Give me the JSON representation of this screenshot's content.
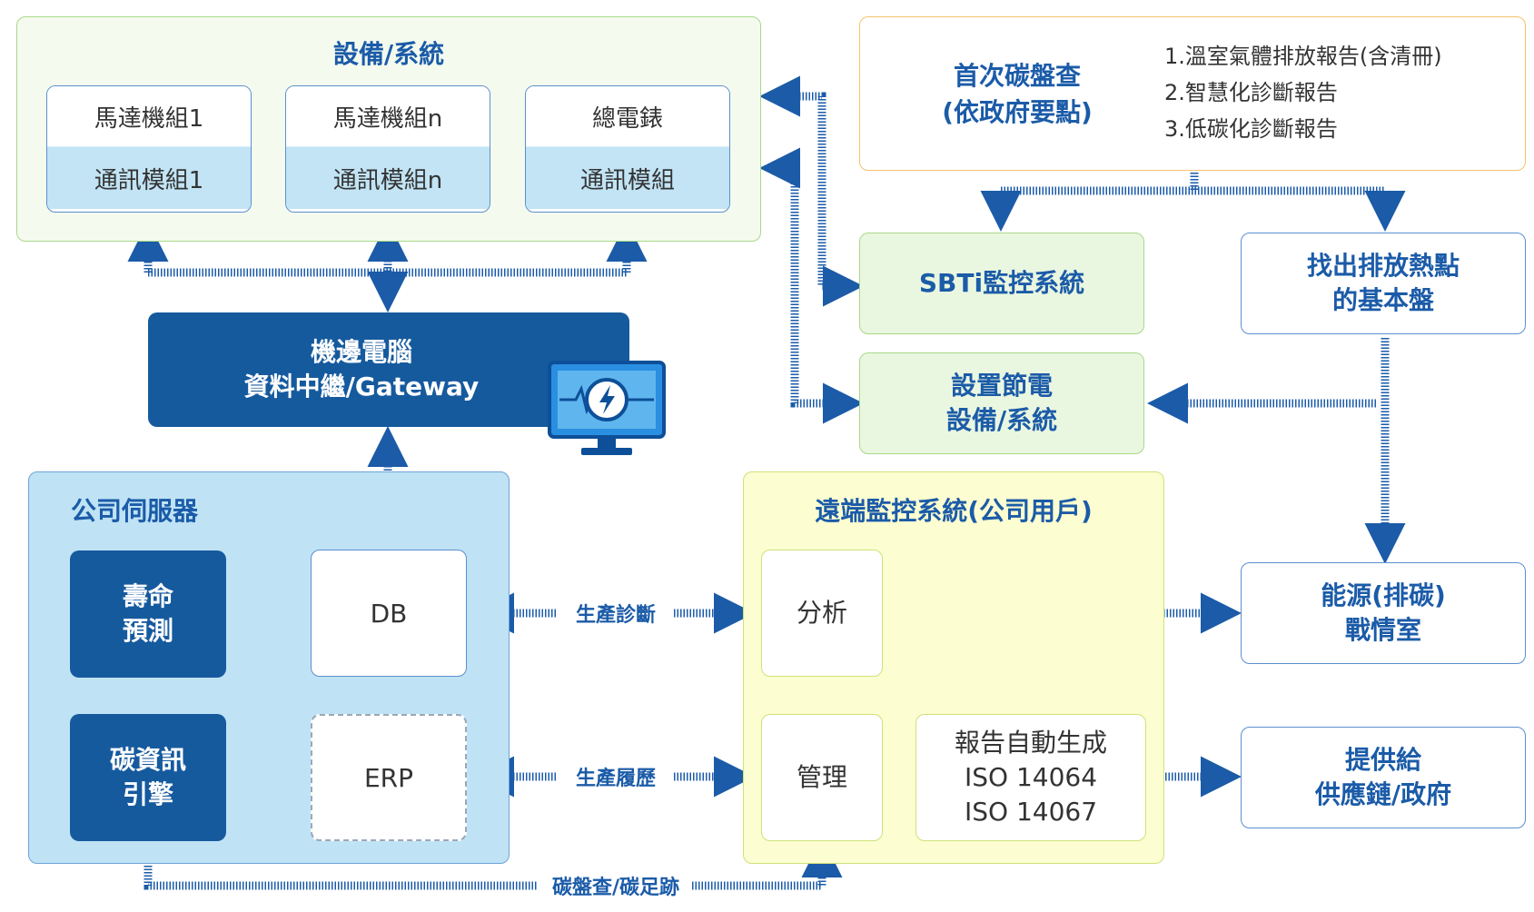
{
  "colors": {
    "accent": "#1b5ba8",
    "dark_node": "#165a9e",
    "green_region": "#a8d88a",
    "blue_region": "#bfe3f5",
    "yellow_region": "#fcfdd0",
    "orange_border": "#f5c26b"
  },
  "equipment": {
    "title": "設備/系統",
    "devices": [
      {
        "top": "馬達機組1",
        "bottom": "通訊模組1"
      },
      {
        "top": "馬達機組n",
        "bottom": "通訊模組n"
      },
      {
        "top": "總電錶",
        "bottom": "通訊模組"
      }
    ]
  },
  "gateway": {
    "line1": "機邊電腦",
    "line2": "資料中繼/Gateway",
    "icon": "monitor-lightning-icon"
  },
  "company_server": {
    "title": "公司伺服器",
    "life_prediction": {
      "line1": "壽命",
      "line2": "預測"
    },
    "carbon_engine": {
      "line1": "碳資訊",
      "line2": "引擎"
    },
    "db": "DB",
    "erp": "ERP"
  },
  "first_inventory": {
    "line1": "首次碳盤查",
    "line2": "(依政府要點)",
    "items": [
      "1.溫室氣體排放報告(含清冊)",
      "2.智慧化診斷報告",
      "3.低碳化診斷報告"
    ]
  },
  "sbti": "SBTi監控系統",
  "hotspot": {
    "line1": "找出排放熱點",
    "line2": "的基本盤"
  },
  "energy_saving": {
    "line1": "設置節電",
    "line2": "設備/系統"
  },
  "remote": {
    "title": "遠端監控系統(公司用戶)",
    "analysis": "分析",
    "management": "管理",
    "report": {
      "line1": "報告自動生成",
      "line2": "ISO 14064",
      "line3": "ISO 14067"
    }
  },
  "war_room": {
    "line1": "能源(排碳)",
    "line2": "戰情室"
  },
  "supply_chain": {
    "line1": "提供給",
    "line2": "供應鏈/政府"
  },
  "edges": {
    "production_diagnosis": "生產診斷",
    "production_history": "生產履歷",
    "carbon_footprint": "碳盤查/碳足跡"
  }
}
